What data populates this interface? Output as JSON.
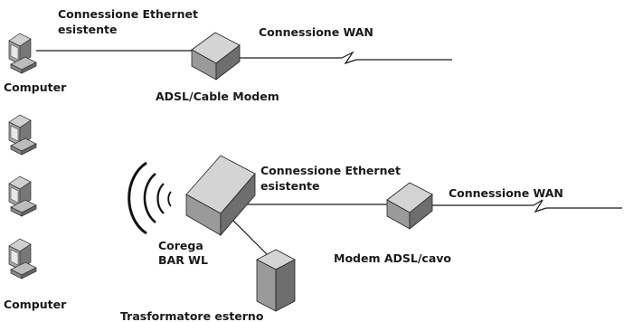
{
  "top": {
    "ethernet_label_line1": "Connessione Ethernet",
    "ethernet_label_line2": "esistente",
    "wan_label": "Connessione WAN",
    "computer_label": "Computer",
    "modem_label": "ADSL/Cable Modem"
  },
  "bottom": {
    "ethernet_label_line1": "Connessione Ethernet",
    "ethernet_label_line2": "esistente",
    "wan_label": "Connessione WAN",
    "router_label_line1": "Corega",
    "router_label_line2": "BAR WL",
    "modem_label": "Modem ADSL/cavo",
    "transformer_label": "Trasformatore esterno",
    "computer_label": "Computer"
  },
  "colors": {
    "line": "#1a1a1a",
    "device_top": "#d4d4d4",
    "device_front": "#9a9a9a",
    "device_side": "#6e6e6e"
  }
}
